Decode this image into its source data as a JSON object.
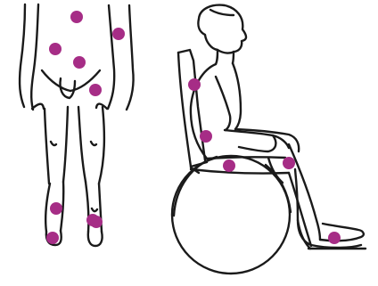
{
  "figures": {
    "standing": "standing-body-back-view",
    "seated": "wheelchair-seated-side-view"
  },
  "points": {
    "standing": [
      "upper-back-center",
      "right-shoulder-blade",
      "left-shoulder-blade",
      "lower-back",
      "right-hip",
      "left-knee-back",
      "left-heel",
      "right-knee-back",
      "right-heel"
    ],
    "seated": [
      "upper-back",
      "lower-back",
      "buttock",
      "thigh-back",
      "heel"
    ]
  },
  "colors": {
    "line": "#1a1a1a",
    "marker": "#a62d86",
    "background": "#ffffff"
  }
}
